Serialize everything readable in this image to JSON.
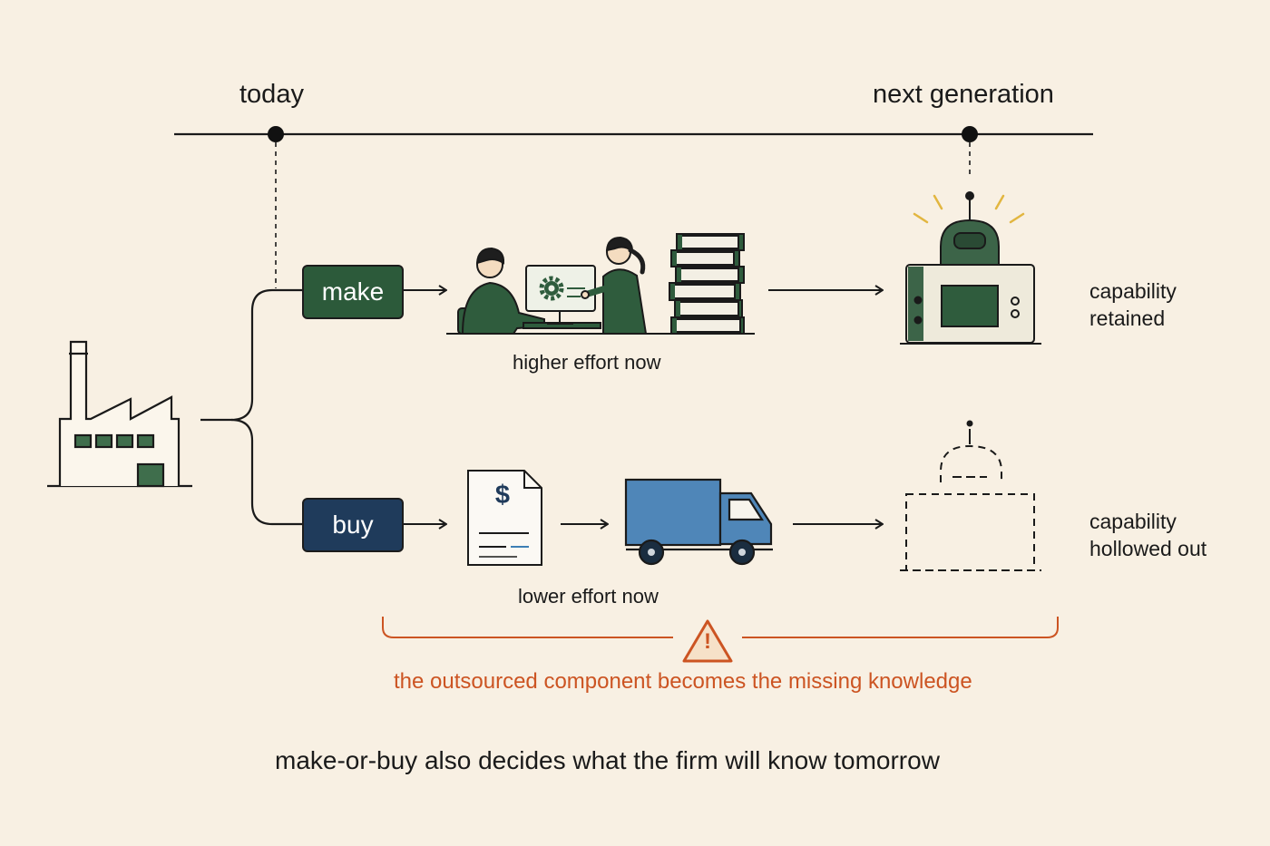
{
  "timeline": {
    "today_label": "today",
    "next_label": "next generation"
  },
  "make": {
    "label": "make",
    "effort_label": "higher effort now",
    "outcome_line1": "capability",
    "outcome_line2": "retained"
  },
  "buy": {
    "label": "buy",
    "invoice_symbol": "$",
    "effort_label": "lower effort now",
    "outcome_line1": "capability",
    "outcome_line2": "hollowed out"
  },
  "warning": {
    "icon_glyph": "!",
    "text": "the outsourced component becomes the missing knowledge"
  },
  "caption": "make-or-buy also decides what the firm will know tomorrow",
  "colors": {
    "background": "#f8f0e3",
    "make_green": "#2c5a3a",
    "buy_navy": "#1f3b5b",
    "truck_blue": "#4f86b8",
    "warning_orange": "#cc5422",
    "ray_yellow": "#e2b640"
  },
  "icons": [
    "factory-icon",
    "engineers-at-computer-icon",
    "gear-icon",
    "book-stack-icon",
    "robot-machine-icon",
    "invoice-icon",
    "delivery-truck-icon",
    "dashed-machine-outline-icon",
    "warning-icon"
  ]
}
